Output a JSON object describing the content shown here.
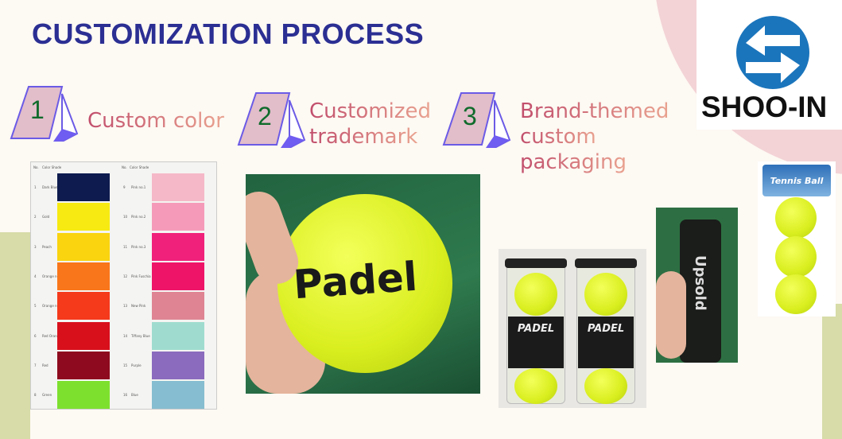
{
  "title": "CUSTOMIZATION PROCESS",
  "steps": [
    {
      "number": "1",
      "label_lines": [
        "Custom color"
      ]
    },
    {
      "number": "2",
      "label_lines": [
        "Customized",
        "trademark"
      ]
    },
    {
      "number": "3",
      "label_lines": [
        "Brand-themed",
        "custom",
        "packaging"
      ]
    }
  ],
  "logo": {
    "name": "SHOO-IN",
    "color": "#1b75bc"
  },
  "color_chart": {
    "headers": [
      "No.",
      "Color Shade",
      "No.",
      "Color Shade"
    ],
    "left": [
      {
        "no": "1",
        "name": "Dark Blue",
        "color": "#0d1b4f"
      },
      {
        "no": "2",
        "name": "Gold",
        "color": "#f6ea12"
      },
      {
        "no": "3",
        "name": "Peach",
        "color": "#f9d40f"
      },
      {
        "no": "4",
        "name": "Orange no.1",
        "color": "#f9761a"
      },
      {
        "no": "5",
        "name": "Orange no.2",
        "color": "#f53a1c"
      },
      {
        "no": "6",
        "name": "Red Orange",
        "color": "#d8101c"
      },
      {
        "no": "7",
        "name": "Red",
        "color": "#8e0a1e"
      },
      {
        "no": "8",
        "name": "Green",
        "color": "#7de02e"
      }
    ],
    "right": [
      {
        "no": "9",
        "name": "Pink no.1",
        "color": "#f5b8c8"
      },
      {
        "no": "10",
        "name": "Pink no.2",
        "color": "#f59bb9"
      },
      {
        "no": "11",
        "name": "Pink no.3",
        "color": "#f0217a"
      },
      {
        "no": "12",
        "name": "Pink Fuschia",
        "color": "#ee1468"
      },
      {
        "no": "13",
        "name": "New Pink",
        "color": "#de8493"
      },
      {
        "no": "14",
        "name": "Tiffany Blue",
        "color": "#9fdccf"
      },
      {
        "no": "15",
        "name": "Purple",
        "color": "#8a6bbd"
      },
      {
        "no": "16",
        "name": "Blue",
        "color": "#86bdd0"
      }
    ]
  },
  "trademark_photo": {
    "ball_text": "Padel"
  },
  "tubes_photo": {
    "label": "PADEL"
  },
  "can_photo": {
    "text": "Upsold"
  },
  "pack_photo": {
    "label": "Tennis Ball"
  }
}
